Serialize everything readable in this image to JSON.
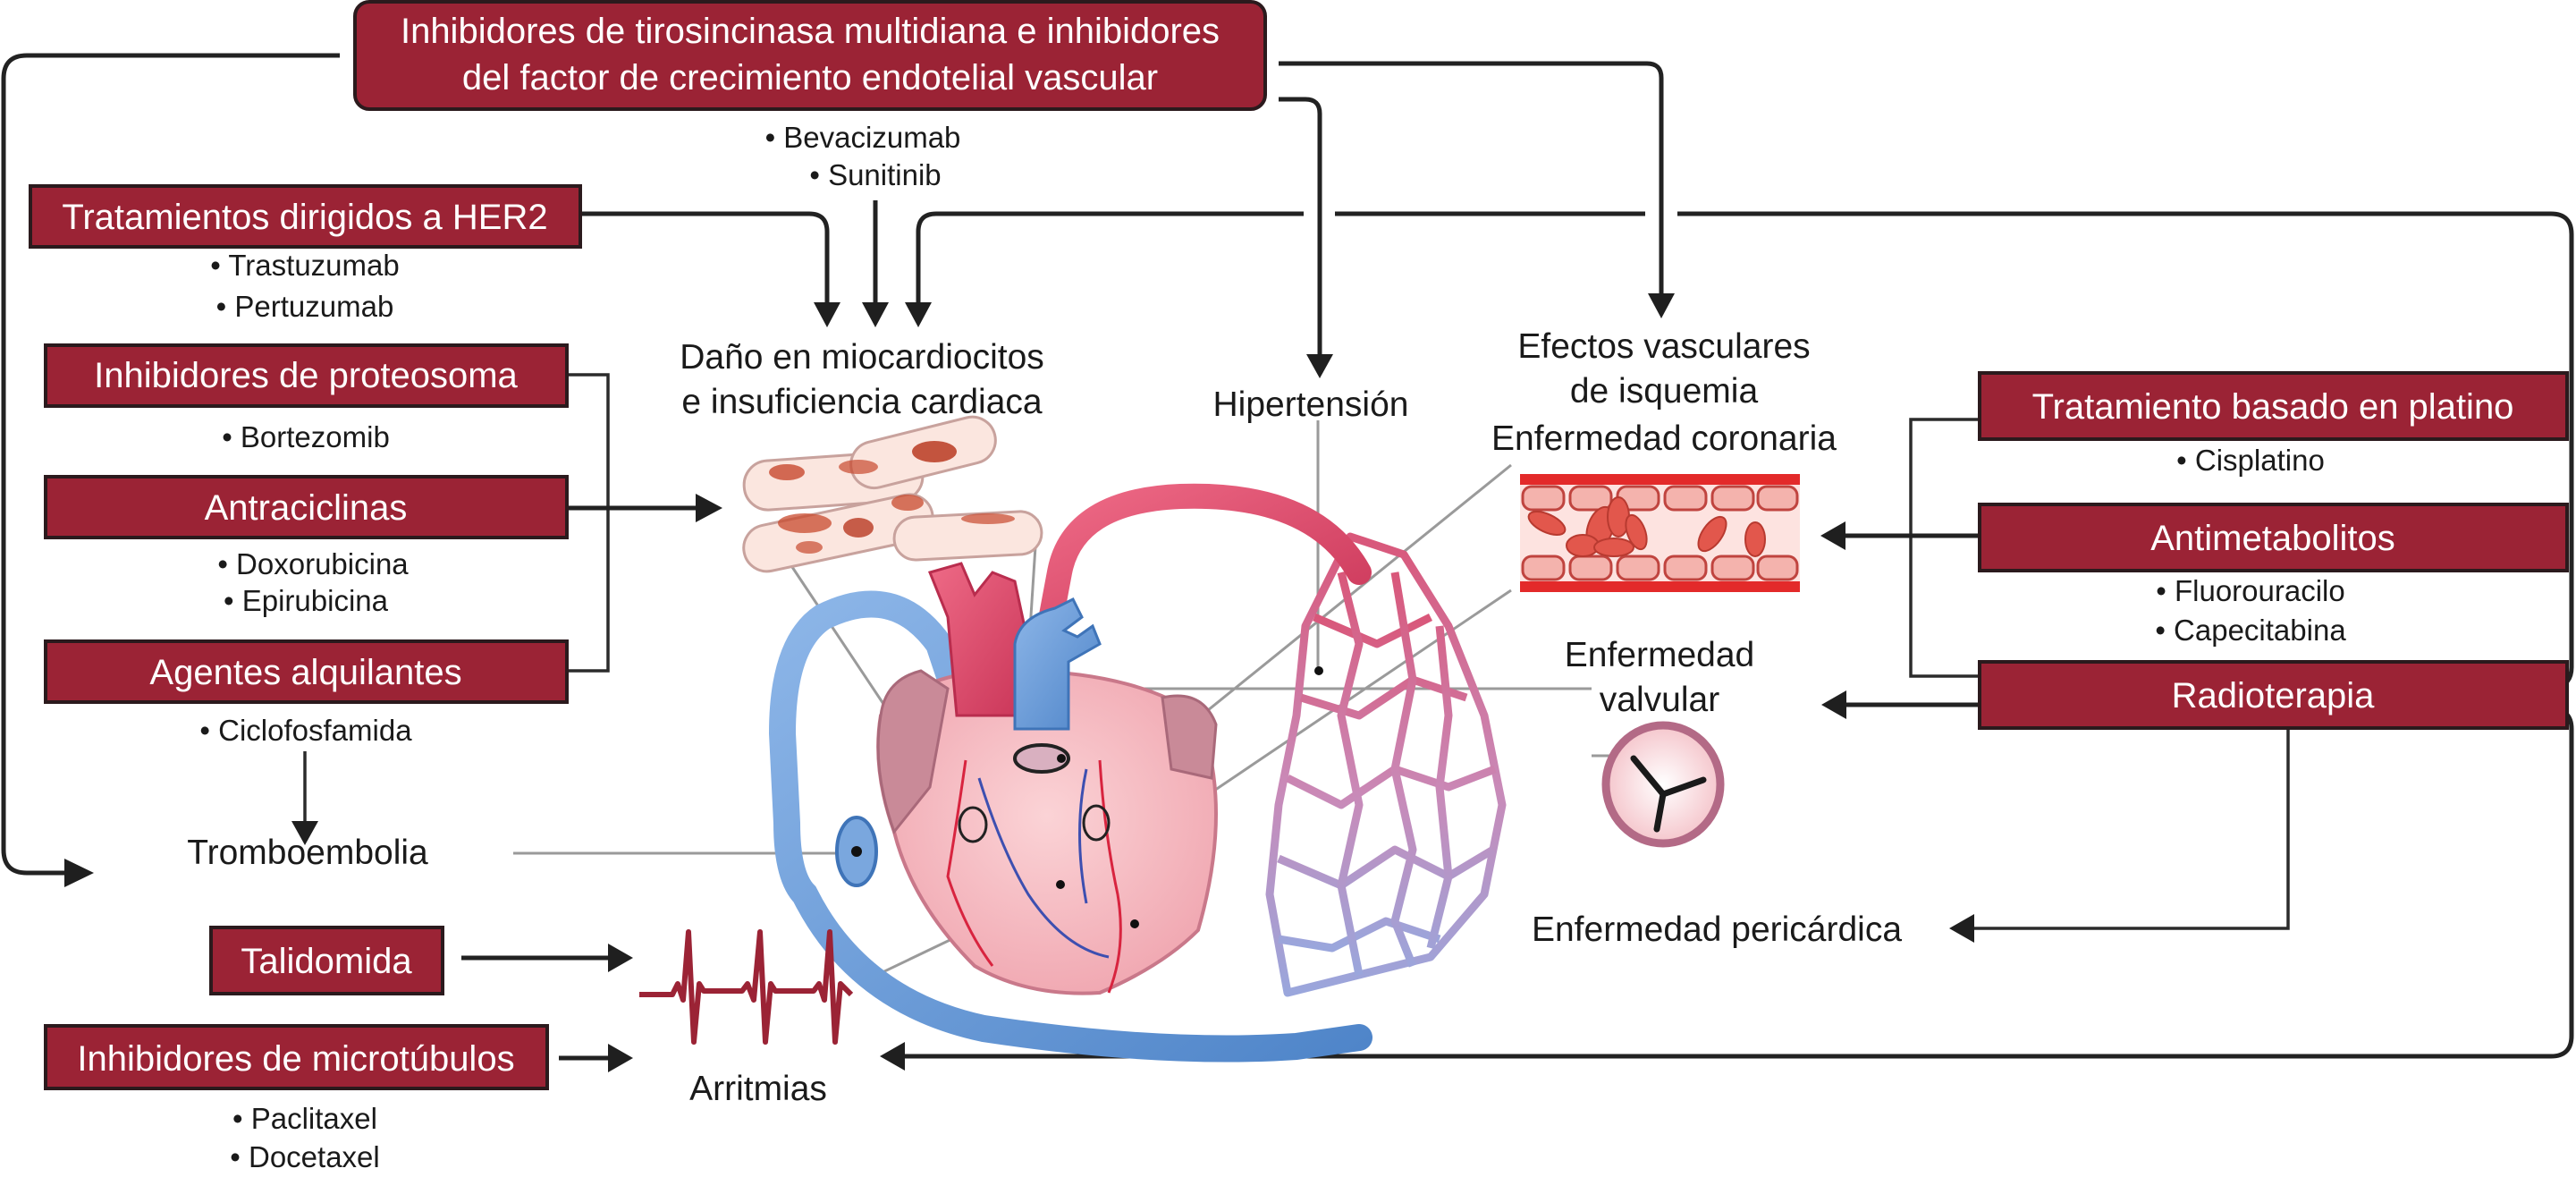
{
  "colors": {
    "box_fill": "#9B2335",
    "box_border": "#2b1a1d",
    "box_text": "#ffffff",
    "text": "#1a1a1a",
    "connector": "#222222",
    "artery": "#e0506e",
    "vein": "#5b8fd0",
    "ecg": "#9B2335"
  },
  "treatments": {
    "tki_vegf": {
      "label_line1": "Inhibidores de tirosincinasa multidiana e inhibidores",
      "label_line2": "del factor de crecimiento endotelial vascular",
      "drugs": [
        "• Bevacizumab",
        "• Sunitinib"
      ]
    },
    "her2": {
      "label": "Tratamientos dirigidos a HER2",
      "drugs": [
        "• Trastuzumab",
        "• Pertuzumab"
      ]
    },
    "proteasome": {
      "label": "Inhibidores de proteosoma",
      "drugs": [
        "• Bortezomib"
      ]
    },
    "anthracyclines": {
      "label": "Antraciclinas",
      "drugs": [
        "• Doxorubicina",
        "• Epirubicina"
      ]
    },
    "alkylating": {
      "label": "Agentes alquilantes",
      "drugs": [
        "• Ciclofosfamida"
      ]
    },
    "thalidomide": {
      "label": "Talidomida",
      "drugs": []
    },
    "microtubule": {
      "label": "Inhibidores de microtúbulos",
      "drugs": [
        "• Paclitaxel",
        "• Docetaxel"
      ]
    },
    "platinum": {
      "label": "Tratamiento basado en platino",
      "drugs": [
        "• Cisplatino"
      ]
    },
    "antimetabolites": {
      "label": "Antimetabolitos",
      "drugs": [
        "• Fluorouracilo",
        "• Capecitabina"
      ]
    },
    "radiotherapy": {
      "label": "Radioterapia",
      "drugs": []
    }
  },
  "effects": {
    "myocyte_damage": [
      "Daño en miocardiocitos",
      "e insuficiencia cardiaca"
    ],
    "hypertension": "Hipertensión",
    "vascular": [
      "Efectos vasculares",
      "de isquemia",
      "Enfermedad coronaria"
    ],
    "valvular": [
      "Enfermedad",
      "valvular"
    ],
    "pericardial": "Enfermedad pericárdica",
    "thromboembolism": "Tromboembolia",
    "arrhythmias": "Arritmias"
  }
}
